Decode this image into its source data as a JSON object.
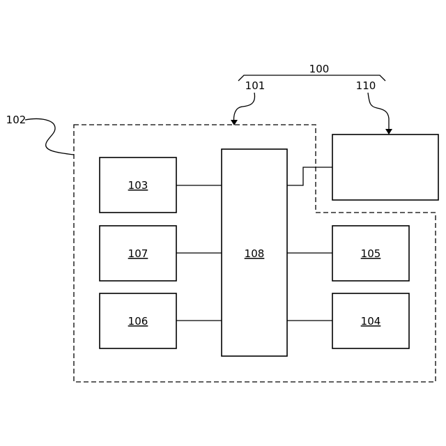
{
  "labels": {
    "system": "100",
    "device": "101",
    "enclosure": "102",
    "external": "110"
  },
  "boxes": {
    "b103": "103",
    "b107": "107",
    "b106": "106",
    "b108": "108",
    "b105": "105",
    "b104": "104"
  }
}
